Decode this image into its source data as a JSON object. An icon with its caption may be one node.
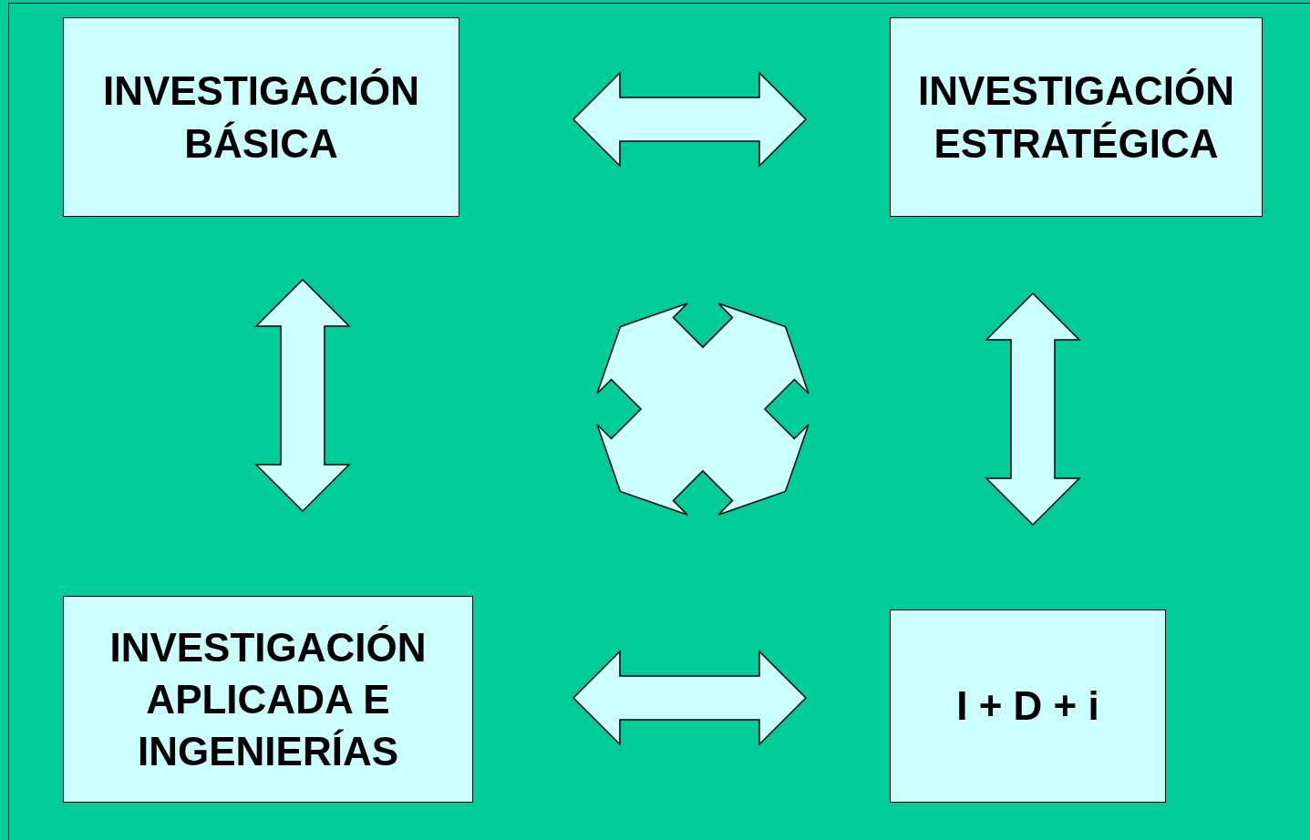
{
  "diagram": {
    "nodes": [
      {
        "text": [
          "INVESTIGACIÓN BÁSICA"
        ]
      },
      {
        "text": [
          "INVESTIGACIÓN ESTRATÉGICA"
        ]
      },
      {
        "text": [
          "INVESTIGACIÓN APLICADA E INGENIERÍAS"
        ]
      },
      {
        "text": [
          "I + D + i"
        ]
      }
    ],
    "edges": [
      {
        "from": 0,
        "to": 1,
        "arrow": "both"
      },
      {
        "from": 0,
        "to": 2,
        "arrow": "both"
      },
      {
        "from": 1,
        "to": 3,
        "arrow": "both"
      },
      {
        "from": 2,
        "to": 3,
        "arrow": "both"
      }
    ]
  }
}
